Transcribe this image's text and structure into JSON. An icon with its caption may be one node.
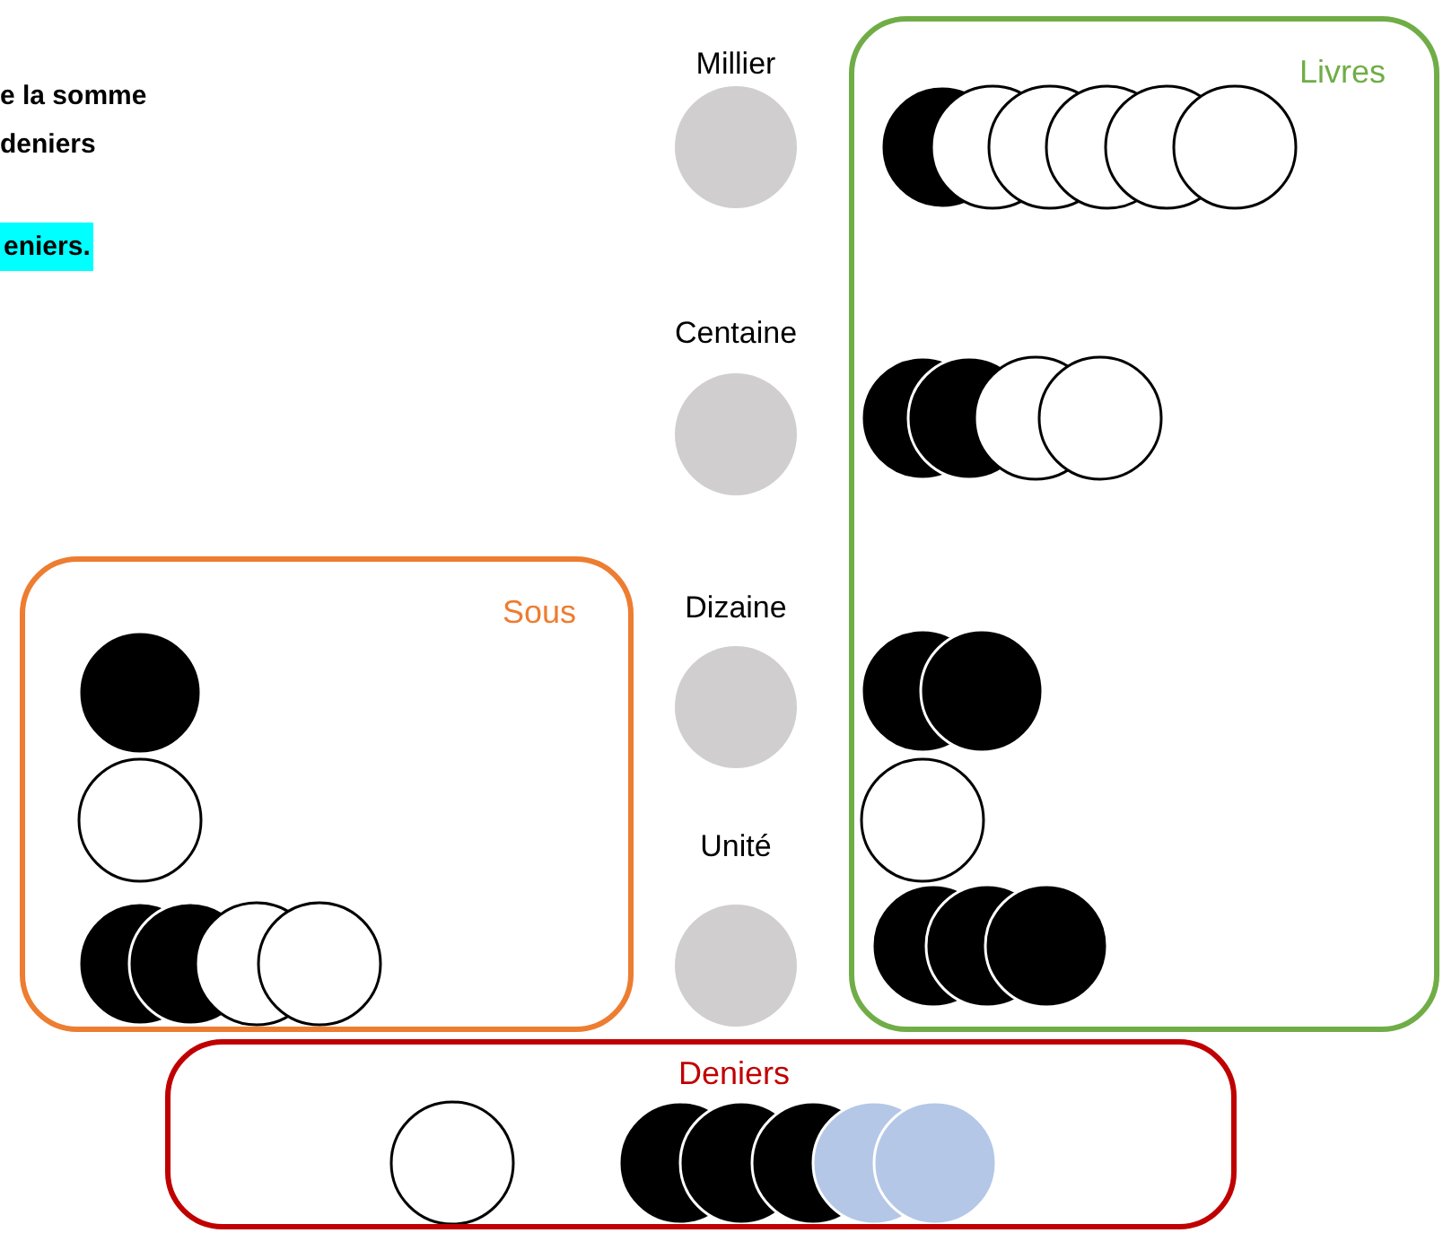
{
  "diagram": {
    "nodes": [
      {
        "text": [
          "Livres"
        ]
      },
      {
        "text": [
          "Sous"
        ]
      },
      {
        "text": [
          "Deniers"
        ]
      },
      {
        "text": [
          "Millier"
        ]
      },
      {
        "text": [
          "Centaine"
        ]
      },
      {
        "text": [
          "Dizaine"
        ]
      },
      {
        "text": [
          "Unité"
        ]
      }
    ],
    "labels": [
      "e la somme deniers",
      "eniers."
    ]
  }
}
